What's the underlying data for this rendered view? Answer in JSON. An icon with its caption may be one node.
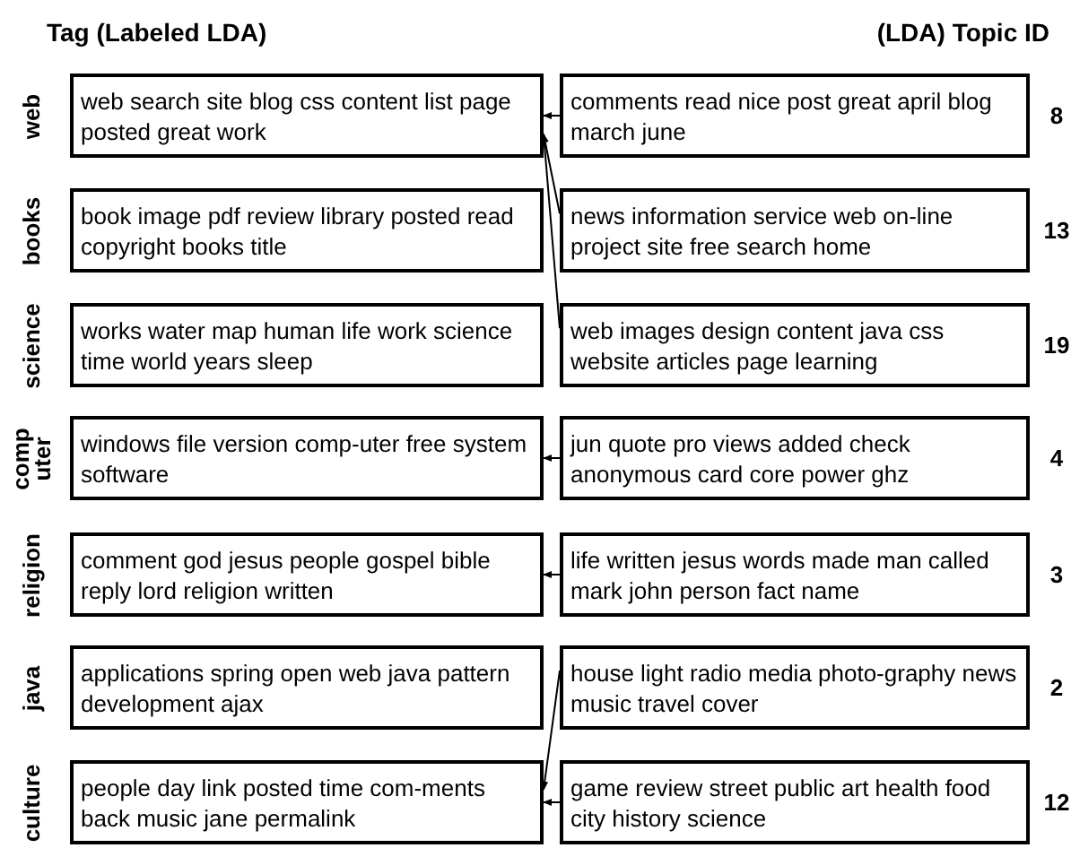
{
  "diagram": {
    "nodes": [
      {
        "text": [
          "web search site blog css content list page posted great work"
        ],
        "beside": [
          "web"
        ]
      },
      {
        "text": [
          "book image pdf review library posted read copyright books title"
        ],
        "beside": [
          "books"
        ]
      },
      {
        "text": [
          "works water map human life work science time world years sleep"
        ],
        "beside": [
          "science"
        ]
      },
      {
        "text": [
          "windows file version comp-uter free system software"
        ],
        "beside": [
          "comp uter"
        ]
      },
      {
        "text": [
          "comment god jesus people gospel bible reply lord religion written"
        ],
        "beside": [
          "religion"
        ]
      },
      {
        "text": [
          "applications spring open web java pattern development ajax"
        ],
        "beside": [
          "java"
        ]
      },
      {
        "text": [
          "people day link posted time com-ments back music jane permalink"
        ],
        "beside": [
          "culture"
        ]
      },
      {
        "text": [
          "comments read nice post great april blog march june"
        ],
        "beside": [
          "8"
        ]
      },
      {
        "text": [
          "news information service web on-line project site free search home"
        ],
        "beside": [
          "13"
        ]
      },
      {
        "text": [
          "web images design content java css website articles page learning"
        ],
        "beside": [
          "19"
        ]
      },
      {
        "text": [
          "jun quote pro views added check anonymous card core power ghz"
        ],
        "beside": [
          "4"
        ]
      },
      {
        "text": [
          "life written jesus words made man called mark john person fact name"
        ],
        "beside": [
          "3"
        ]
      },
      {
        "text": [
          "house light radio media photo-graphy news music travel cover"
        ],
        "beside": [
          "2"
        ]
      },
      {
        "text": [
          "game review street public art health food city history science"
        ],
        "beside": [
          "12"
        ]
      }
    ],
    "edges": [
      {
        "from": 7,
        "to": 0,
        "arrow": "to"
      },
      {
        "from": 8,
        "to": 0,
        "arrow": "to"
      },
      {
        "from": 9,
        "to": 0,
        "arrow": "to"
      },
      {
        "from": 10,
        "to": 3,
        "arrow": "to"
      },
      {
        "from": 11,
        "to": 4,
        "arrow": "to"
      },
      {
        "from": 12,
        "to": 6,
        "arrow": "to"
      },
      {
        "from": 13,
        "to": 6,
        "arrow": "to"
      }
    ],
    "labels": [
      "Tag (Labeled LDA)",
      "(LDA) Topic ID"
    ]
  }
}
